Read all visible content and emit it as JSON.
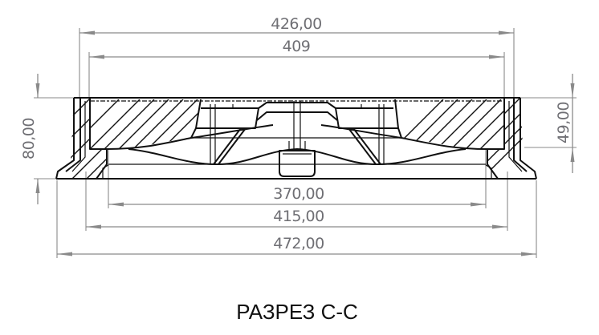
{
  "title": "РАЗРЕЗ С-С",
  "dimensions": {
    "top_outer_width": "426,00",
    "top_inner_width": "409",
    "total_height": "80,00",
    "cover_height": "49,00",
    "bottom_inner_width": "370,00",
    "bottom_mid_width": "415,00",
    "bottom_outer_width": "472,00"
  },
  "colors": {
    "dimension": "#8a8a8a",
    "dimension_text": "#6f6f74",
    "part_outline": "#111111",
    "background": "#ffffff"
  }
}
